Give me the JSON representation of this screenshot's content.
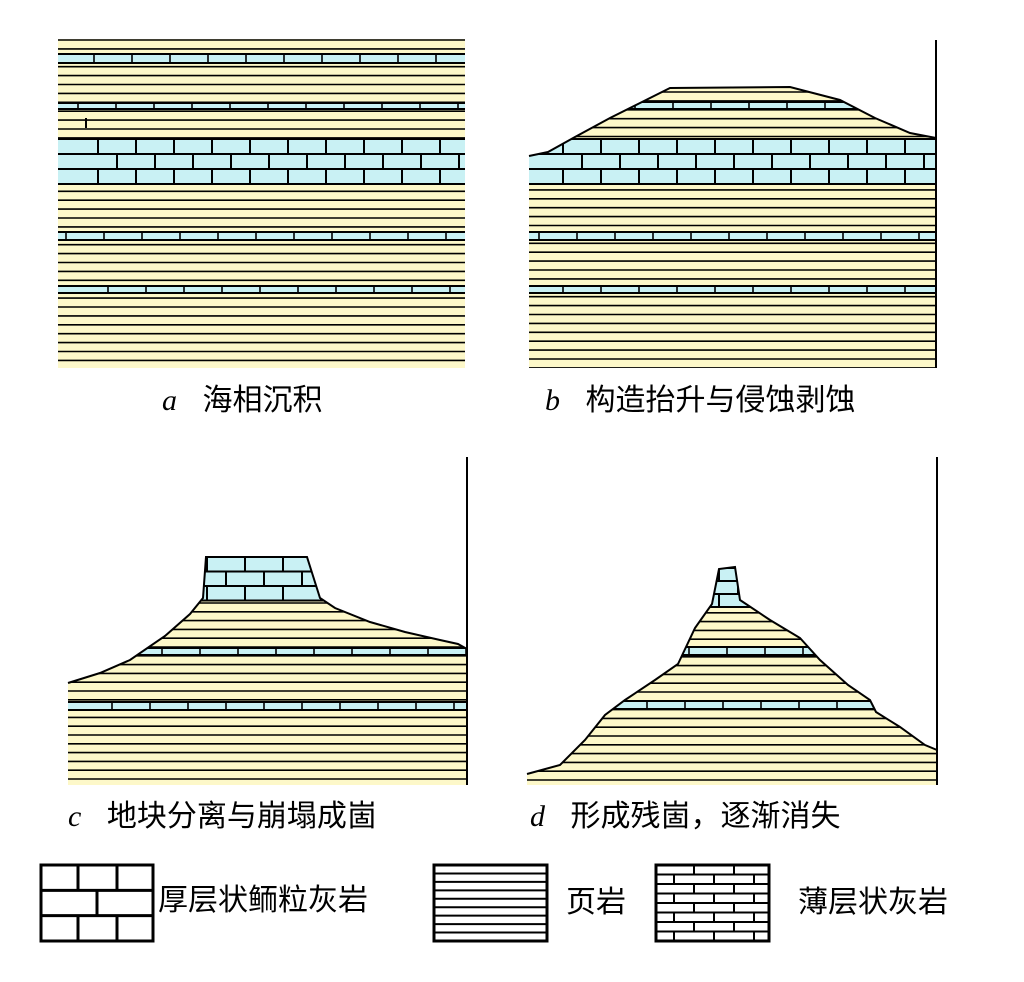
{
  "colors": {
    "shale": "#fdf8c9",
    "limestone": "#c9f1f4",
    "line": "#000000"
  },
  "panels": [
    {
      "id": "a",
      "letter": "a",
      "caption": "海相沉积"
    },
    {
      "id": "b",
      "letter": "b",
      "caption": "构造抬升与侵蚀剥蚀"
    },
    {
      "id": "c",
      "letter": "c",
      "caption": "地块分离与崩塌成崮"
    },
    {
      "id": "d",
      "letter": "d",
      "caption": "形成残崮，逐渐消失"
    }
  ],
  "legend": [
    {
      "id": "thick-oolitic-limestone",
      "label": "厚层状鲕粒灰岩"
    },
    {
      "id": "shale",
      "label": "页岩"
    },
    {
      "id": "thin-limestone",
      "label": "薄层状灰岩"
    }
  ]
}
